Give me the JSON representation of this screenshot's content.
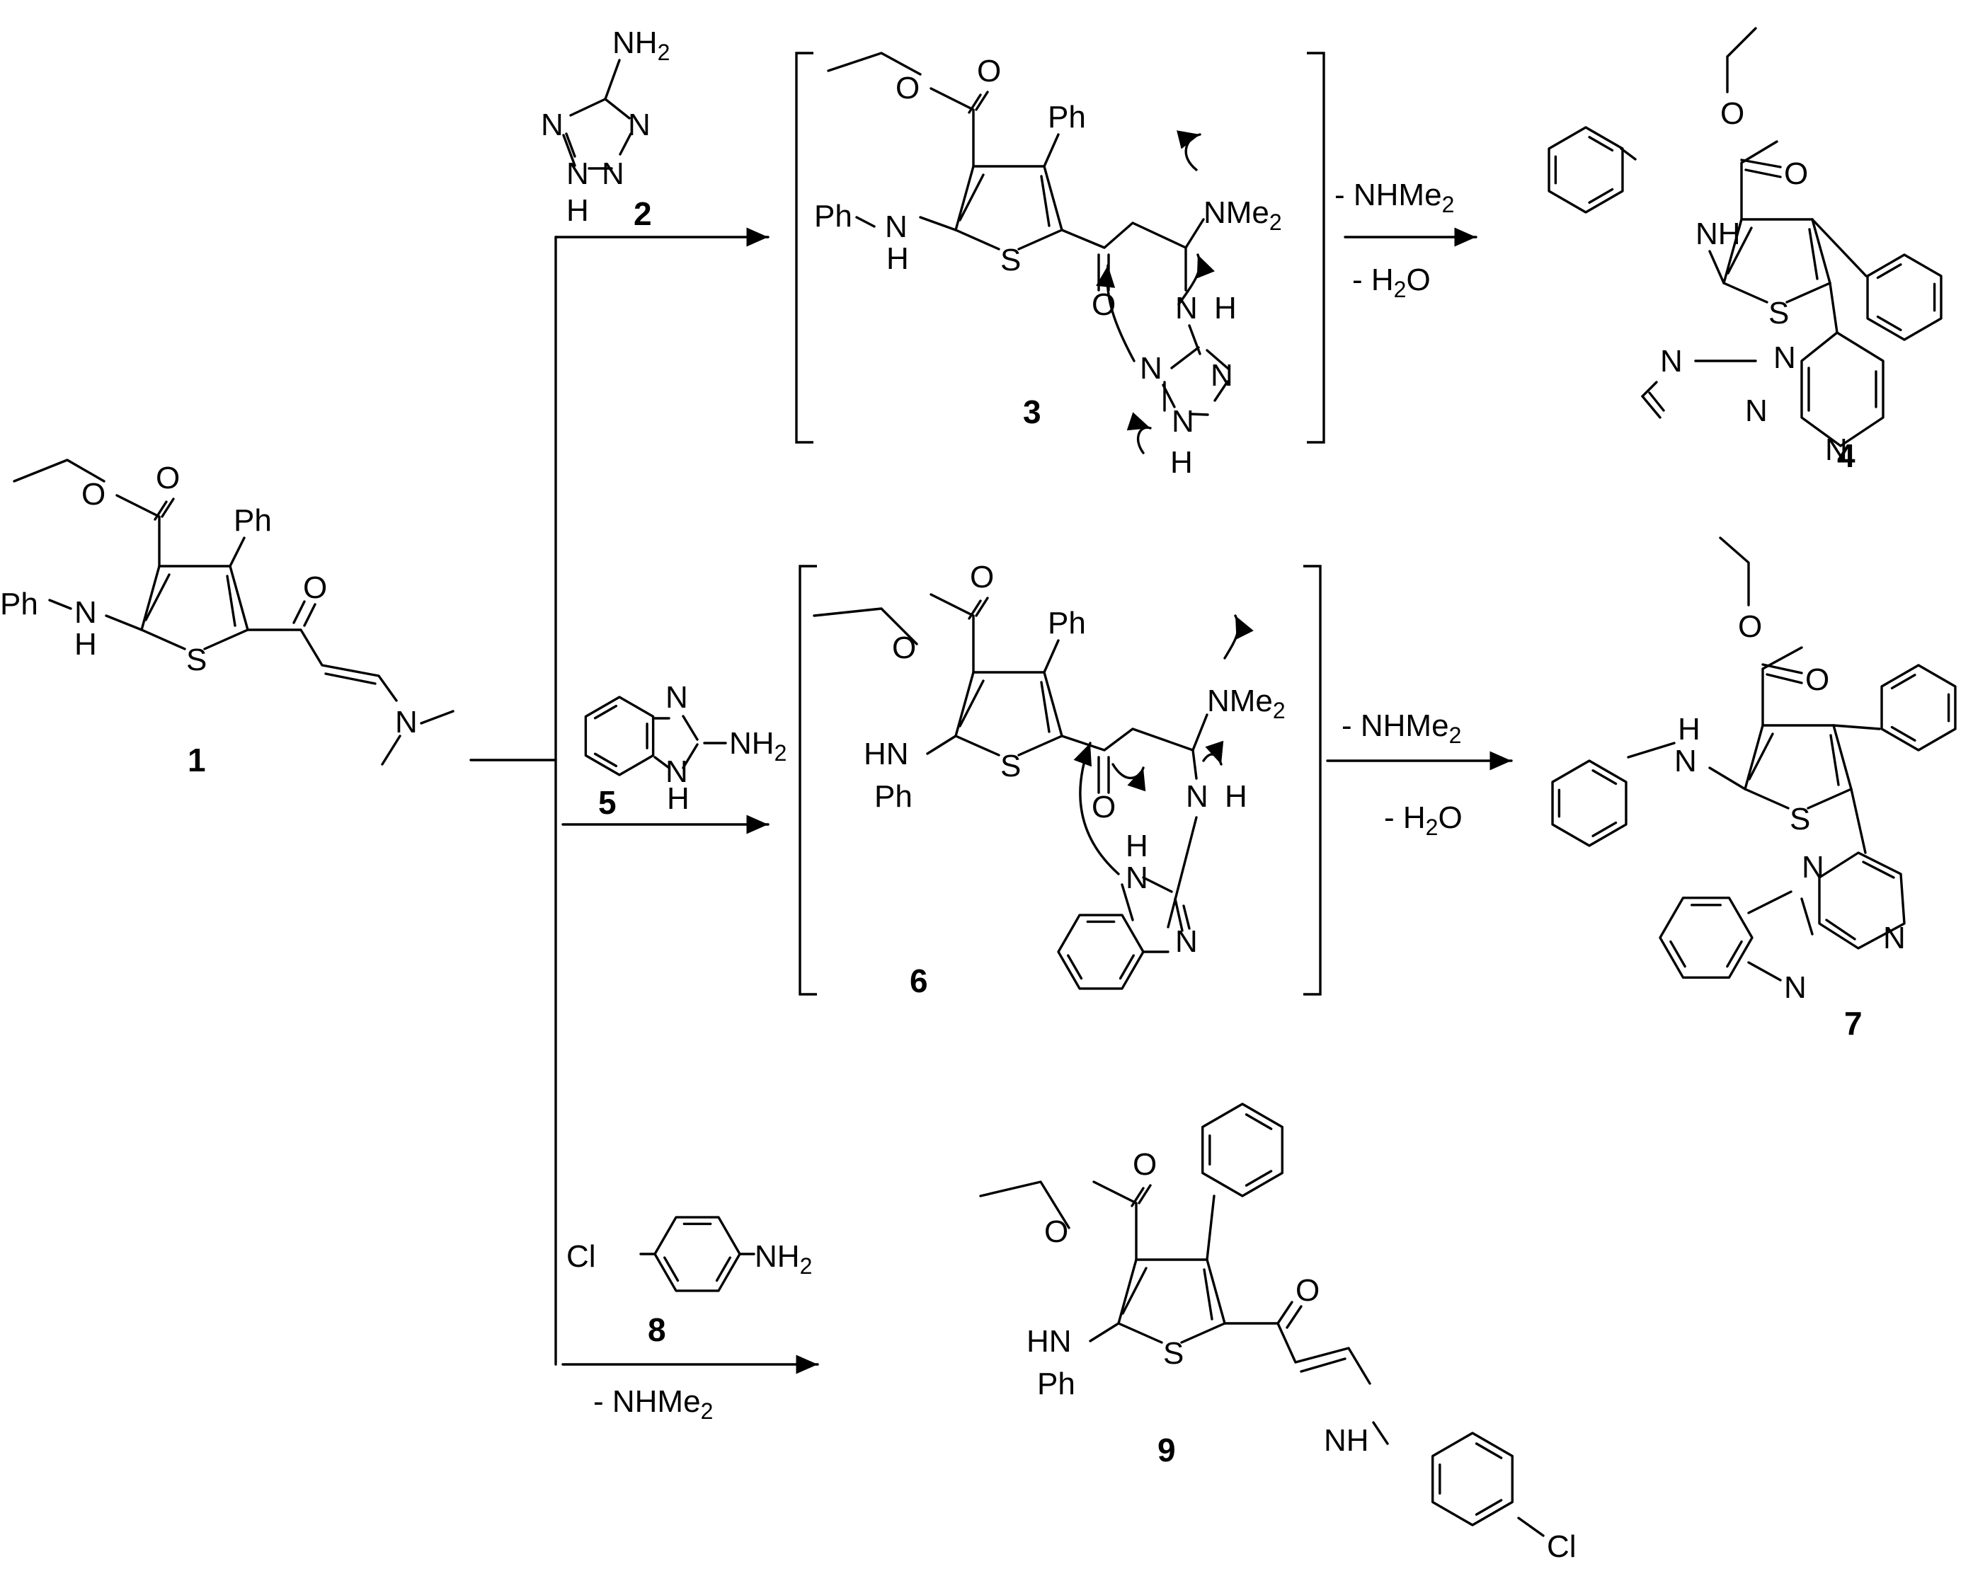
{
  "labels": {
    "ph": "Ph",
    "o": "O",
    "s": "S",
    "n": "N",
    "h": "H",
    "nh": "NH",
    "hn": "HN",
    "nme": "NMe",
    "nh2_left": "NH",
    "cl": "Cl",
    "sub2": "2",
    "minus_nhme": "- NHMe",
    "minus_h": "- H",
    "o_end": "O"
  },
  "compounds": {
    "c1": "1",
    "c2": "2",
    "c3": "3",
    "c4": "4",
    "c5": "5",
    "c6": "6",
    "c7": "7",
    "c8": "8",
    "c9": "9"
  },
  "colors": {
    "ink": "#000000",
    "background": "#ffffff"
  }
}
